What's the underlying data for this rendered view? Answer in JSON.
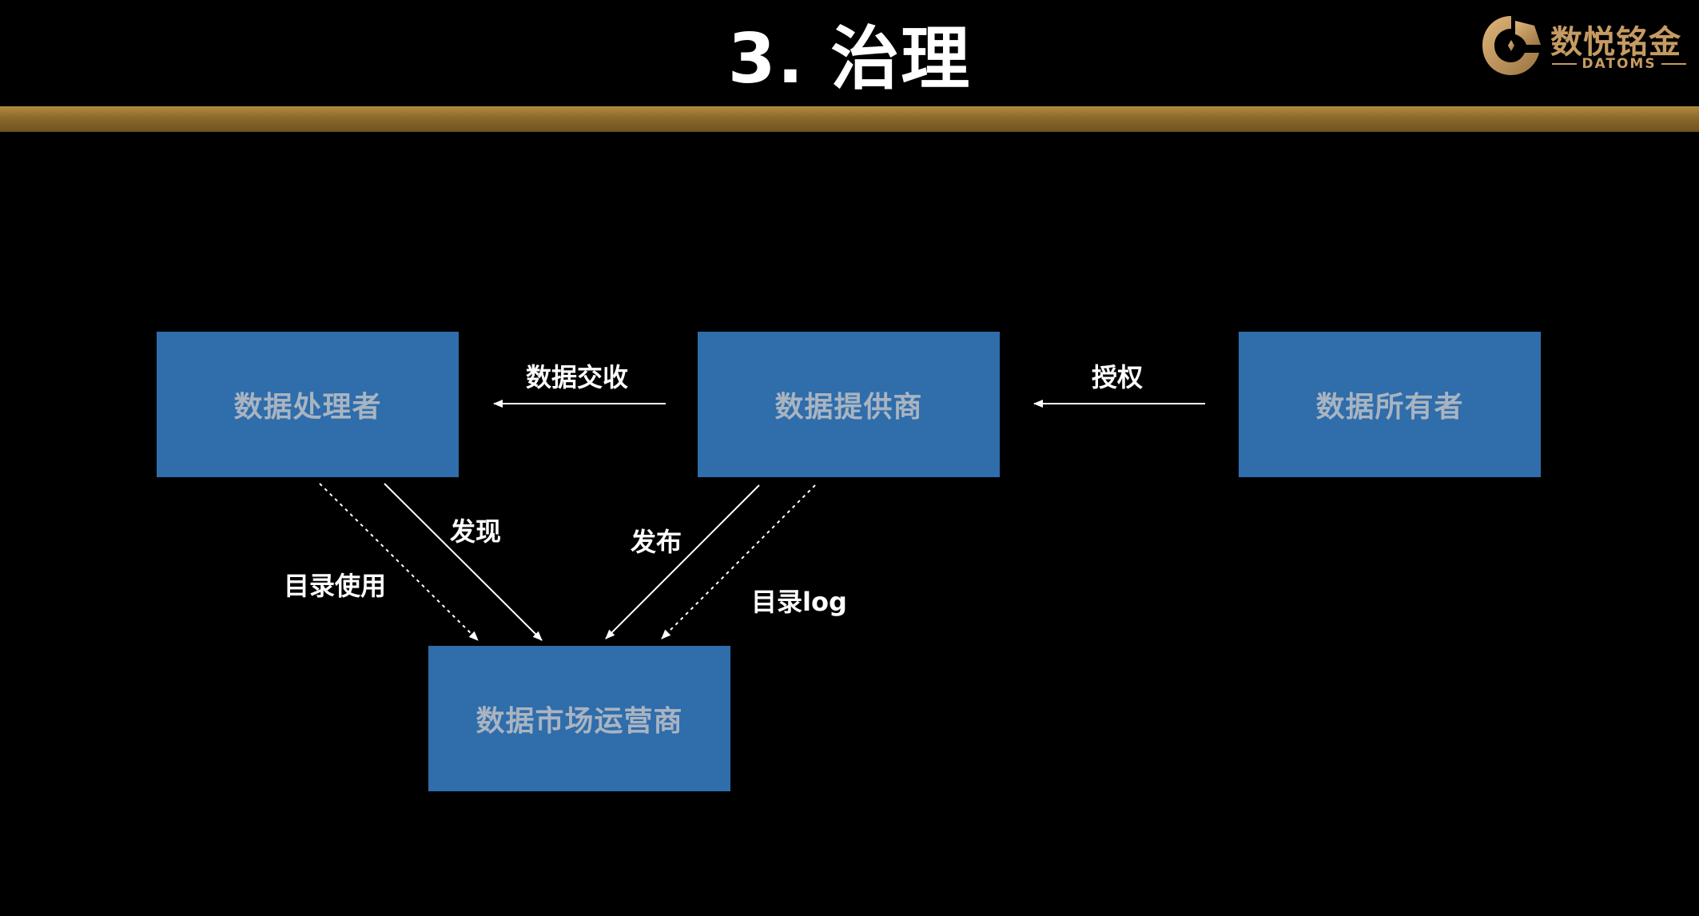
{
  "slide": {
    "title": "3. 治理"
  },
  "logo": {
    "name": "数悦铭金",
    "sub": "DATOMS",
    "icon": "datoms-logo-icon",
    "color": "#c69b63"
  },
  "diagram": {
    "nodes": {
      "processor": "数据处理者",
      "provider": "数据提供商",
      "owner": "数据所有者",
      "market": "数据市场运营商"
    },
    "edges": {
      "exchange": "数据交收",
      "auth": "授权",
      "discover": "发现",
      "catalog_use": "目录使用",
      "publish": "发布",
      "catalog_log": "目录log"
    }
  },
  "colors": {
    "background": "#000000",
    "node_fill": "#2f6dab",
    "node_text": "#a9b4c1",
    "accent_bar": "#8c6a2a",
    "arrow": "#ffffff"
  }
}
